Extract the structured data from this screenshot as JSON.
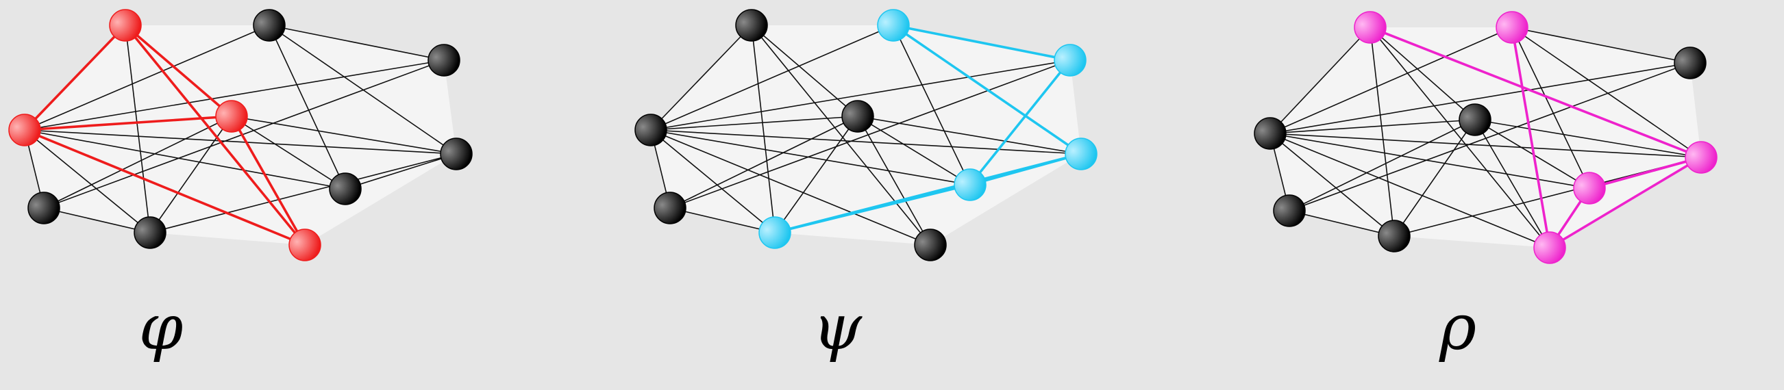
{
  "colors": {
    "background": "#e6e6e6",
    "graph_fill": "#f4f4f4",
    "edge_default": "#111111",
    "node_default": "#000000",
    "node_default_light": "#8a8a8a"
  },
  "diagrams": [
    {
      "label": "φ",
      "highlight_color": "#ee1c1c",
      "highlight_light": "#ffb3b3",
      "highlighted_nodes": [
        0,
        1,
        4,
        7
      ],
      "highlighted_edges": [
        [
          0,
          1
        ],
        [
          0,
          4
        ],
        [
          0,
          7
        ],
        [
          1,
          7
        ],
        [
          4,
          1
        ],
        [
          4,
          7
        ]
      ]
    },
    {
      "label": "ψ",
      "highlight_color": "#1ec6f0",
      "highlight_light": "#b9f0ff",
      "highlighted_nodes": [
        2,
        5,
        6,
        8,
        9
      ],
      "highlighted_edges": [
        [
          2,
          6
        ],
        [
          5,
          6
        ],
        [
          5,
          8
        ],
        [
          5,
          9
        ],
        [
          8,
          9
        ],
        [
          9,
          2
        ]
      ]
    },
    {
      "label": "ρ",
      "highlight_color": "#ee22cc",
      "highlight_light": "#ffb8f2",
      "highlighted_nodes": [
        1,
        2,
        5,
        7,
        9
      ],
      "highlighted_edges": [
        [
          1,
          9
        ],
        [
          2,
          7
        ],
        [
          5,
          7
        ],
        [
          5,
          9
        ],
        [
          7,
          9
        ],
        [
          9,
          5
        ]
      ]
    }
  ]
}
